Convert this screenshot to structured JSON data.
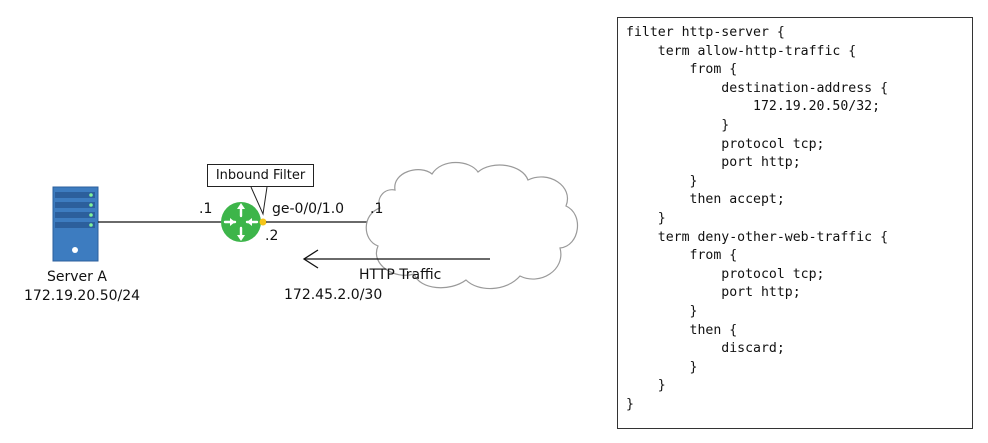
{
  "diagram": {
    "server_label": "Server A",
    "server_ip": "172.19.20.50/24",
    "router_left_ip": ".1",
    "router_interface": "ge-0/0/1.0",
    "router_interface_suffix": ".2",
    "cloud_ip": ".1",
    "traffic_label": "HTTP Traffic",
    "link_subnet": "172.45.2.0/30",
    "callout_label": "Inbound Filter",
    "colors": {
      "router": "#3db54a",
      "server_body": "#3d7cc0",
      "server_dark": "#2c5f9c",
      "led": "#7ef09a",
      "interface_dot": "#f5c518",
      "cloud_stroke": "#9a9a9a"
    }
  },
  "code": {
    "lines": [
      "filter http-server {",
      "    term allow-http-traffic {",
      "        from {",
      "            destination-address {",
      "                172.19.20.50/32;",
      "            }",
      "            protocol tcp;",
      "            port http;",
      "        }",
      "        then accept;",
      "    }",
      "    term deny-other-web-traffic {",
      "        from {",
      "            protocol tcp;",
      "            port http;",
      "        }",
      "        then {",
      "            discard;",
      "        }",
      "    }",
      "}"
    ]
  }
}
